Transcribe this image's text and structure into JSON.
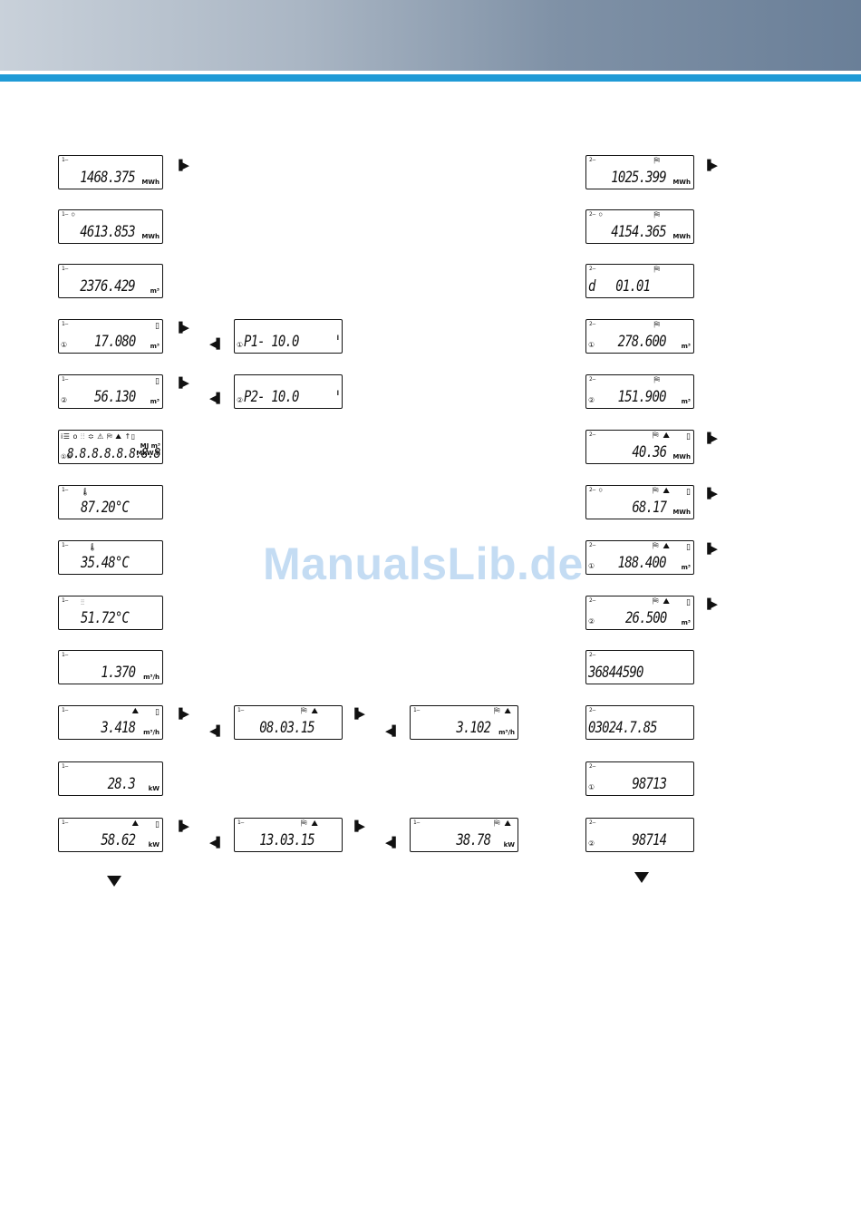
{
  "watermark": "ManualsLib.de",
  "icons": {
    "forward": "▐▶",
    "back": "◀▌"
  },
  "left": {
    "l1": {
      "ch": "1—",
      "value": "1468.375",
      "unit": "MWh"
    },
    "l2": {
      "ch": "1— ○",
      "value": "4613.853",
      "unit": "MWh"
    },
    "l3": {
      "ch": "1—",
      "value": "2376.429",
      "unit": "m³"
    },
    "l4": {
      "ch": "1—",
      "tariff": "①",
      "value": "17.080",
      "unit": "m³",
      "box": "▯"
    },
    "l4b": {
      "ch": "①",
      "value": "P1-   10.0",
      "unit": "l"
    },
    "l5": {
      "ch": "1—",
      "tariff": "②",
      "value": "56.130",
      "unit": "m³",
      "box": "▯"
    },
    "l5b": {
      "ch": "②",
      "value": "P2-   10.0",
      "unit": "l"
    },
    "l6": {
      "symbols": "i☰ o ⫶⫶ ≎ ⚠ ⛿ ⛰ ↑▯",
      "tariffs": "①②",
      "digits": "8.8.8.8.8.8.8.8",
      "units": "MJ m³\nMkW h"
    },
    "l7": {
      "ch": "1—",
      "icon": "🌡",
      "value": "87.20°C"
    },
    "l8": {
      "ch": "1—",
      "icon": "🌡",
      "value": "35.48°C"
    },
    "l9": {
      "ch": "1—",
      "icon": "⫶⫶",
      "value": "51.72°C"
    },
    "l10": {
      "ch": "1—",
      "value": "1.370",
      "unit": "m³/h"
    },
    "l11": {
      "ch": "1—",
      "value": "3.418",
      "unit": "m³/h",
      "box": "▯",
      "sym": "⛰"
    },
    "l11b": {
      "ch": "1—",
      "value": "08.03.15",
      "sym": "⛿ ⛰"
    },
    "l11c": {
      "ch": "1—",
      "value": "3.102",
      "unit": "m³/h",
      "sym": "⛿ ⛰"
    },
    "l12": {
      "ch": "1—",
      "value": "28.3",
      "unit": "kW"
    },
    "l13": {
      "ch": "1—",
      "value": "58.62",
      "unit": "kW",
      "box": "▯",
      "sym": "⛰"
    },
    "l13b": {
      "ch": "1—",
      "value": "13.03.15",
      "sym": "⛿ ⛰"
    },
    "l13c": {
      "ch": "1—",
      "value": "38.78",
      "unit": "kW",
      "sym": "⛿ ⛰"
    }
  },
  "right": {
    "r1": {
      "ch": "2—",
      "sym": "⛿",
      "value": "1025.399",
      "unit": "MWh"
    },
    "r2": {
      "ch": "2— ○",
      "sym": "⛿",
      "value": "4154.365",
      "unit": "MWh"
    },
    "r3": {
      "ch": "2—",
      "sym": "⛿",
      "value": "d   01.01"
    },
    "r4": {
      "ch": "2—",
      "tariff": "①",
      "sym": "⛿",
      "value": "278.600",
      "unit": "m³"
    },
    "r5": {
      "ch": "2—",
      "tariff": "②",
      "sym": "⛿",
      "value": "151.900",
      "unit": "m³"
    },
    "r6": {
      "ch": "2—",
      "sym": "⛿ ⛰",
      "box": "▯",
      "value": "40.36",
      "unit": "MWh"
    },
    "r7": {
      "ch": "2— ○",
      "sym": "⛿ ⛰",
      "box": "▯",
      "value": "68.17",
      "unit": "MWh"
    },
    "r8": {
      "ch": "2—",
      "tariff": "①",
      "sym": "⛿ ⛰",
      "box": "▯",
      "value": "188.400",
      "unit": "m³"
    },
    "r9": {
      "ch": "2—",
      "tariff": "②",
      "sym": "⛿ ⛰",
      "box": "▯",
      "value": "26.500",
      "unit": "m³"
    },
    "r10": {
      "ch": "2—",
      "value": "36844590"
    },
    "r11": {
      "ch": "2—",
      "value": "03024.7.85"
    },
    "r12": {
      "ch": "2—",
      "tariff": "①",
      "value": "98713"
    },
    "r13": {
      "ch": "2—",
      "tariff": "②",
      "value": "98714"
    }
  }
}
